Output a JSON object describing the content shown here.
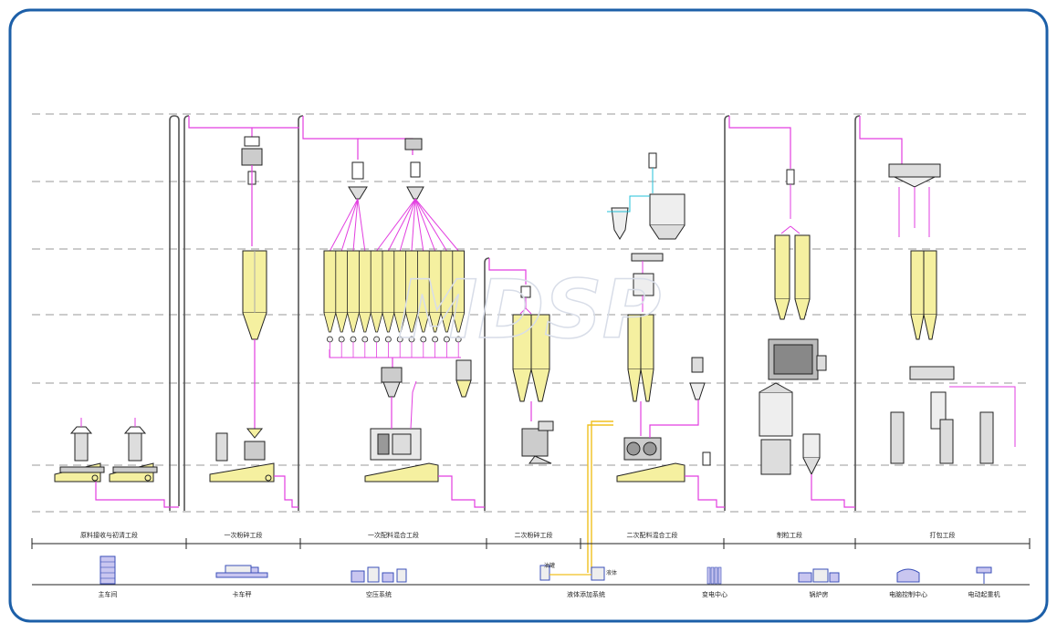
{
  "sections": [
    {
      "id": "s1",
      "label": "原料接收与初清工段"
    },
    {
      "id": "s2",
      "label": "一次粉碎工段"
    },
    {
      "id": "s3",
      "label": "一次配料混合工段"
    },
    {
      "id": "s4",
      "label": "二次粉碎工段"
    },
    {
      "id": "s5",
      "label": "二次配料混合工段"
    },
    {
      "id": "s6",
      "label": "制粒工段"
    },
    {
      "id": "s7",
      "label": "打包工段"
    }
  ],
  "facilities": [
    {
      "id": "f1",
      "label": "主车间",
      "icon": "building-icon"
    },
    {
      "id": "f2",
      "label": "卡车秤",
      "icon": "truck-scale-icon"
    },
    {
      "id": "f3",
      "label": "空压系统",
      "icon": "air-compressor-icon"
    },
    {
      "id": "f4",
      "label": "液体添加系统",
      "icon": "liquid-tank-icon"
    },
    {
      "id": "f5",
      "label": "变电中心",
      "icon": "substation-icon"
    },
    {
      "id": "f6",
      "label": "锅炉房",
      "icon": "boiler-icon"
    },
    {
      "id": "f7",
      "label": "电脑控制中心",
      "icon": "computer-control-icon"
    },
    {
      "id": "f8",
      "label": "电动起重机",
      "icon": "crane-icon"
    }
  ],
  "liquid_labels": {
    "tank": "油罐",
    "liquid": "液体"
  },
  "colors": {
    "frame": "#1c5fa8",
    "pipe": "#e23ee0",
    "bin": "#f5f0a0",
    "equipment": "#222222",
    "liquid_line": "#f0c020",
    "water": "#23c0d8",
    "floor": "#9a9a9a"
  }
}
